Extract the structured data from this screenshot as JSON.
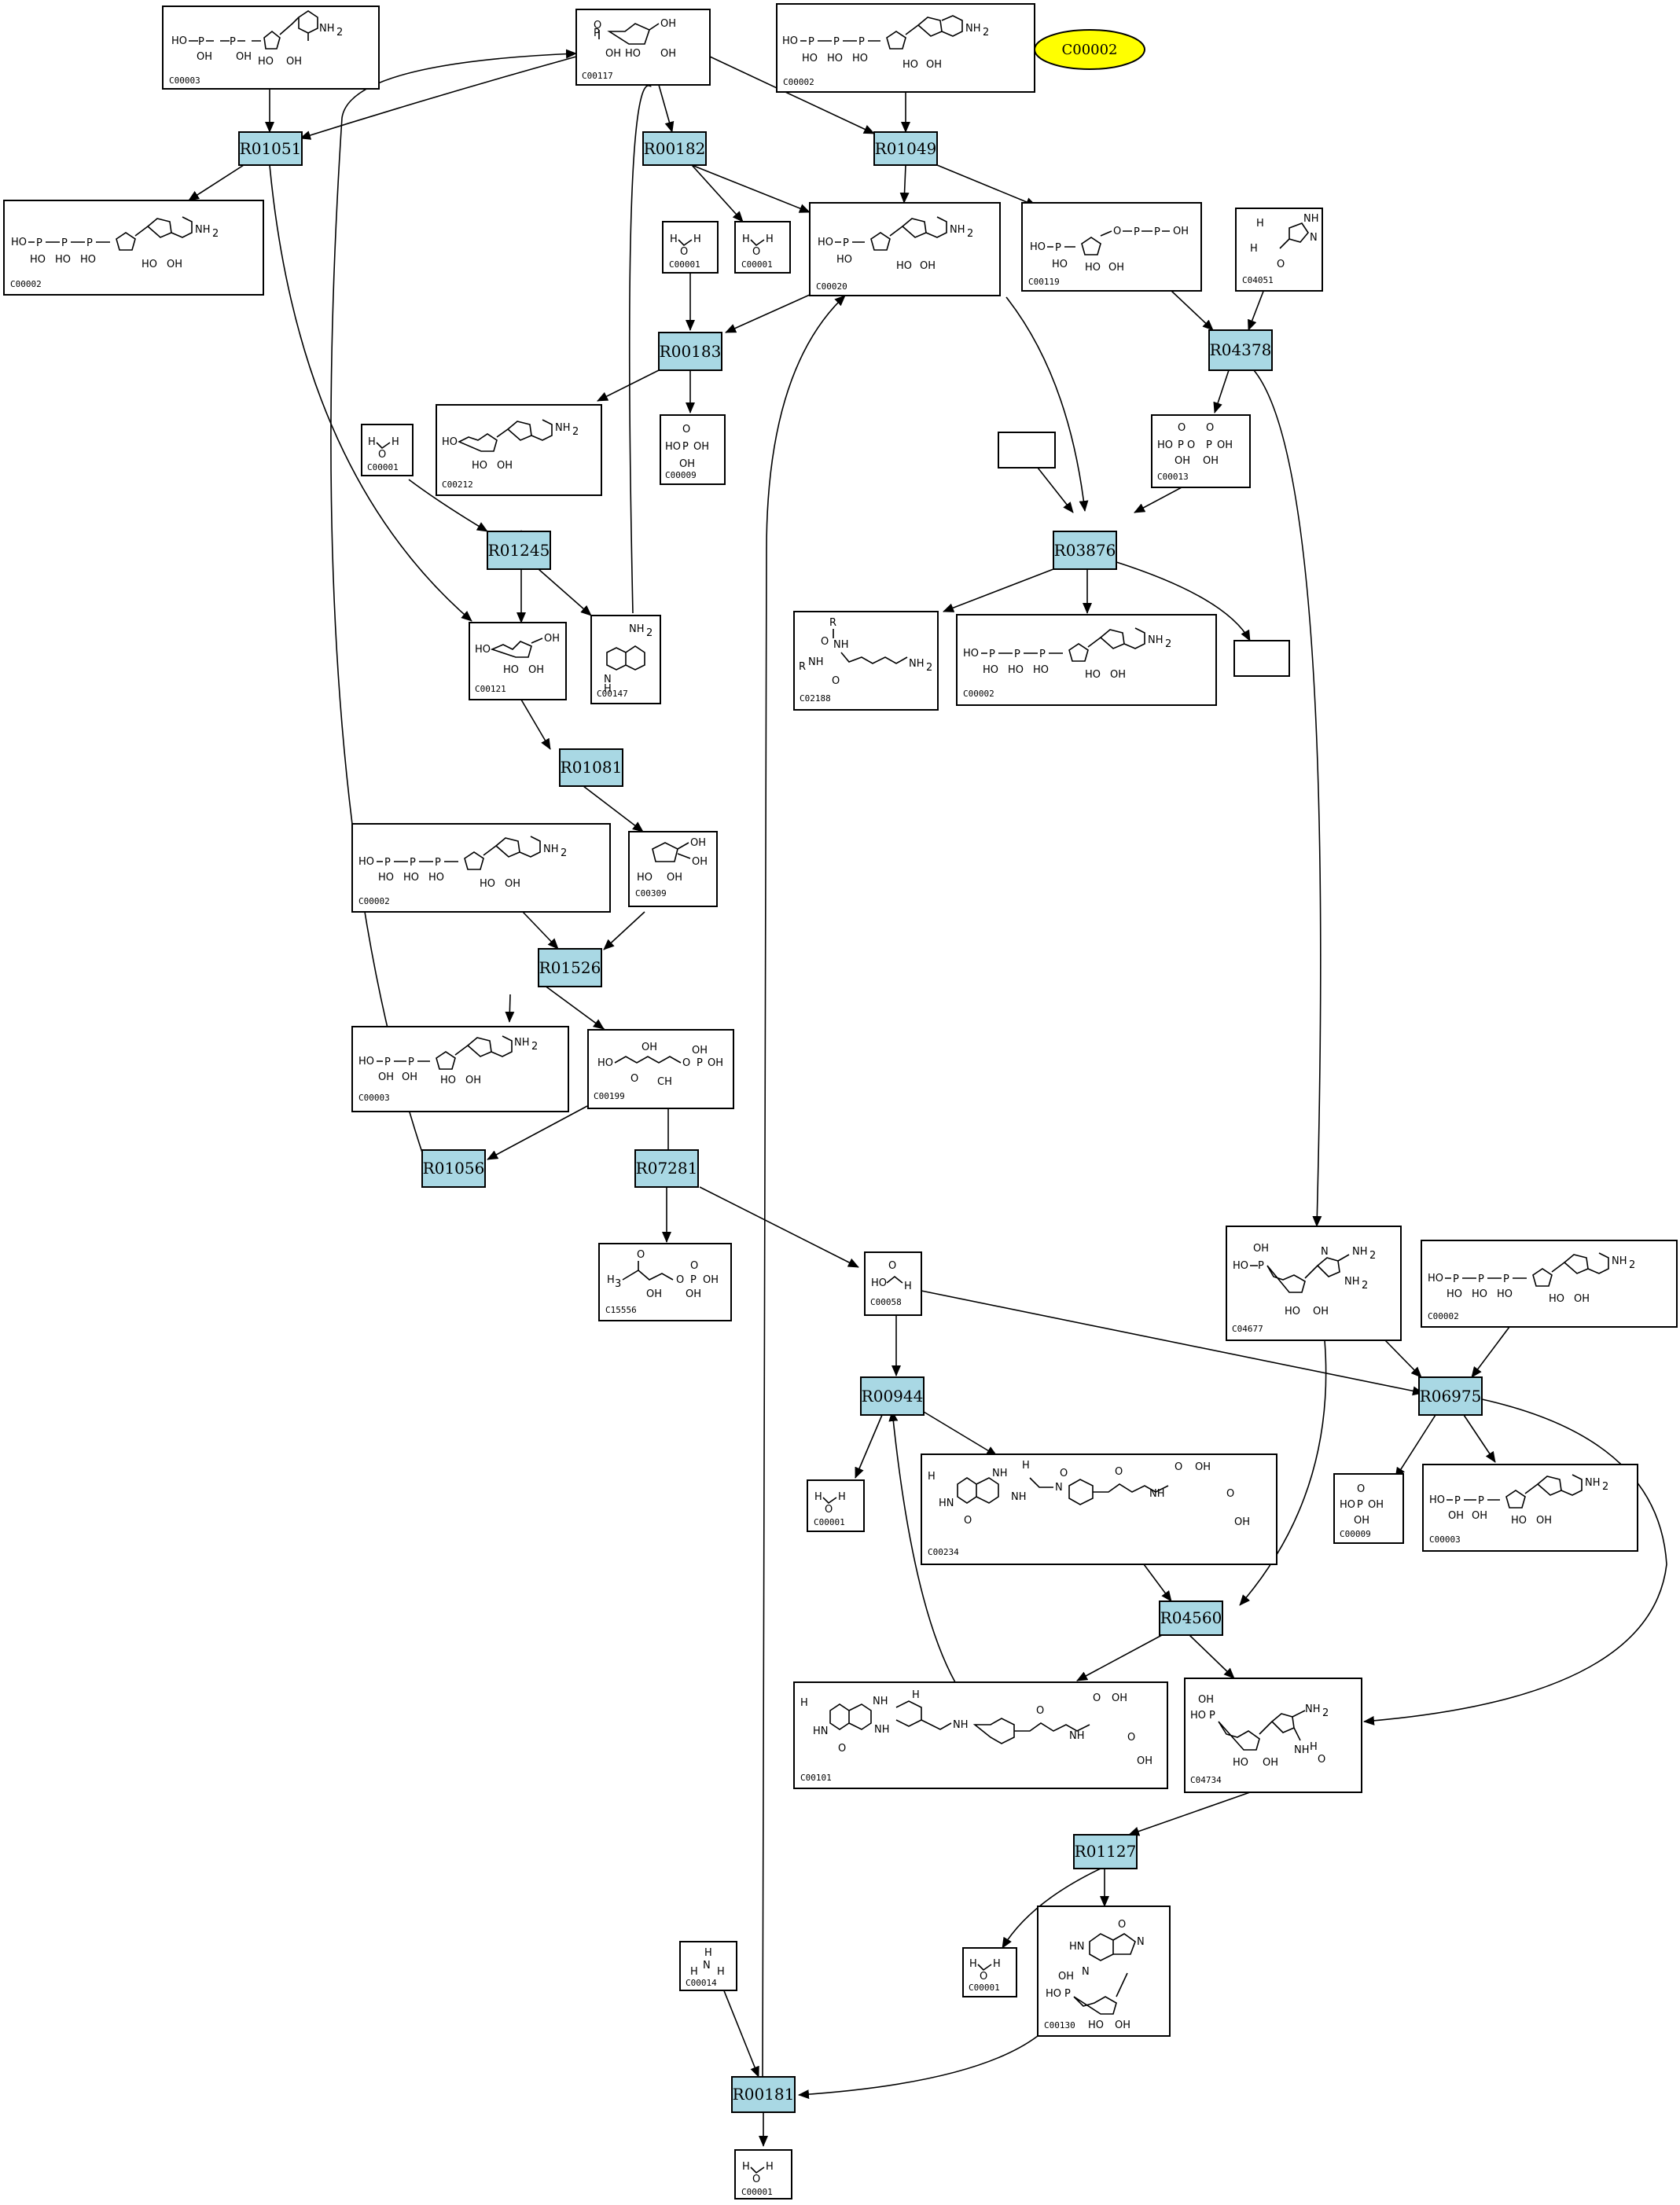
{
  "legend": {
    "label": "C00002",
    "color": "#ffff00"
  },
  "reaction_color": "#a9d8e4",
  "reactions": [
    "R01051",
    "R00182",
    "R01049",
    "R00183",
    "R04378",
    "R01245",
    "R03876",
    "R01081",
    "R01526",
    "R01056",
    "R07281",
    "R00944",
    "R06975",
    "R04560",
    "R01127",
    "R00181"
  ],
  "compounds": [
    {
      "id": "c00003_top",
      "label": "C00003"
    },
    {
      "id": "c00117",
      "label": "C00117"
    },
    {
      "id": "c00002_top",
      "label": "C00002"
    },
    {
      "id": "c00002_left",
      "label": "C00002"
    },
    {
      "id": "c00001_a",
      "label": "C00001"
    },
    {
      "id": "c00001_b",
      "label": "C00001"
    },
    {
      "id": "c00020",
      "label": "C00020"
    },
    {
      "id": "c00119",
      "label": "C00119"
    },
    {
      "id": "c04051",
      "label": "C04051"
    },
    {
      "id": "c00001_c",
      "label": "C00001"
    },
    {
      "id": "c00212",
      "label": "C00212"
    },
    {
      "id": "c00009_a",
      "label": "C00009"
    },
    {
      "id": "c00013",
      "label": "C00013"
    },
    {
      "id": "c00121",
      "label": "C00121"
    },
    {
      "id": "c00147",
      "label": "C00147"
    },
    {
      "id": "c02188",
      "label": "C02188"
    },
    {
      "id": "c00002_mid",
      "label": "C00002"
    },
    {
      "id": "c00002_b",
      "label": "C00002"
    },
    {
      "id": "c00309",
      "label": "C00309"
    },
    {
      "id": "c00003_b",
      "label": "C00003"
    },
    {
      "id": "c00199",
      "label": "C00199"
    },
    {
      "id": "c15556",
      "label": "C15556"
    },
    {
      "id": "c00058",
      "label": "C00058"
    },
    {
      "id": "c04677",
      "label": "C04677"
    },
    {
      "id": "c00002_r",
      "label": "C00002"
    },
    {
      "id": "c00001_d",
      "label": "C00001"
    },
    {
      "id": "c00234",
      "label": "C00234"
    },
    {
      "id": "c00009_b",
      "label": "C00009"
    },
    {
      "id": "c00003_r",
      "label": "C00003"
    },
    {
      "id": "c00101",
      "label": "C00101"
    },
    {
      "id": "c04734",
      "label": "C04734"
    },
    {
      "id": "c00001_e",
      "label": "C00001"
    },
    {
      "id": "c00130",
      "label": "C00130"
    },
    {
      "id": "c00014",
      "label": "C00014"
    },
    {
      "id": "c00001_f",
      "label": "C00001"
    }
  ],
  "atoms": {
    "OH": "OH",
    "HO": "HO",
    "NH2": "NH",
    "sub2": "2",
    "H2N": "H",
    "N": "N",
    "NH": "NH",
    "O": "O",
    "P": "P",
    "H": "H",
    "HN": "HN",
    "R": "R",
    "CH": "CH",
    "H3C": "H",
    "sub3": "3",
    "OHs": "OH"
  }
}
